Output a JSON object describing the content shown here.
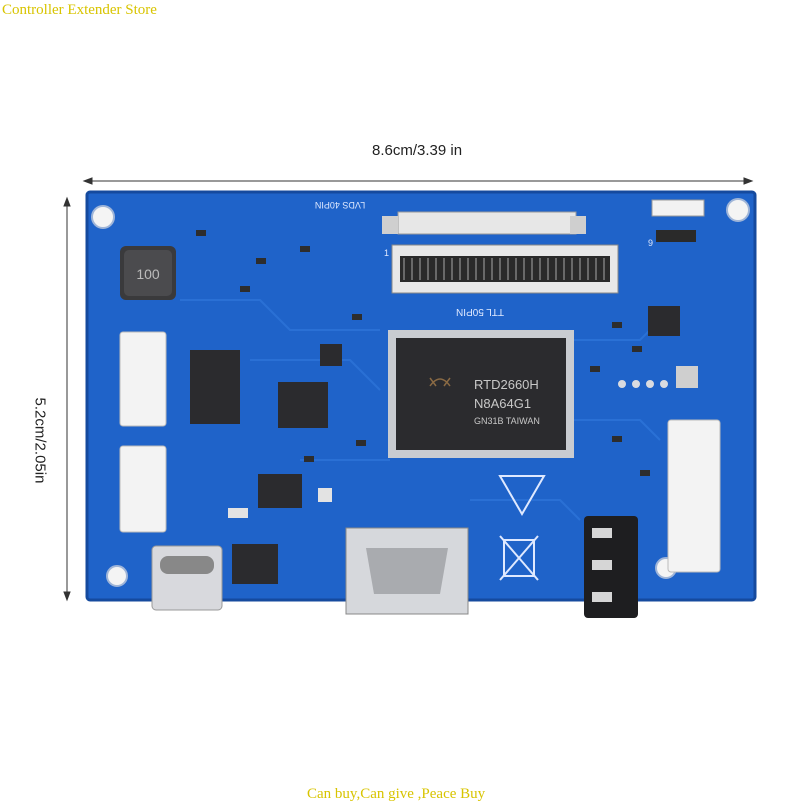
{
  "store_name": "Controller Extender Store",
  "footer_text": "Can buy,Can give ,Peace Buy",
  "dimensions": {
    "width_label": "8.6cm/3.39 in",
    "height_label": "5.2cm/2.05in"
  },
  "board_labels": {
    "lvds": "LVDS 40PIN",
    "ttl": "TTL 50PIN",
    "chip_model": "RTD2660H",
    "chip_code": "N8A64G1",
    "chip_origin": "GN31B TAIWAN",
    "inductor": "100",
    "fpc_pin": "9",
    "connector_pin": "1"
  },
  "colors": {
    "board": "#1f63c9",
    "board_dark": "#154a9e",
    "silk": "#dfe9ff",
    "chip": "#2b2b2e",
    "metal": "#c9ccd1",
    "text_accent": "#d8c400"
  }
}
